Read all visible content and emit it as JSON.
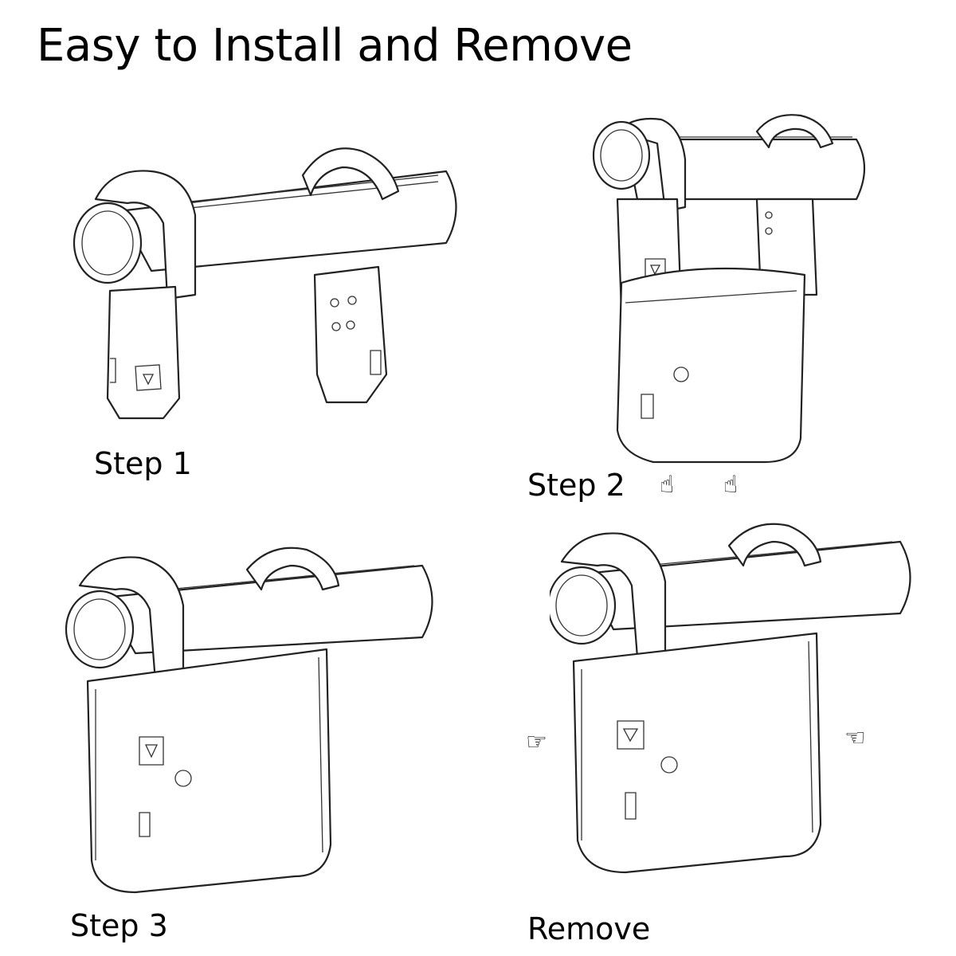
{
  "title": "Easy to Install and Remove",
  "steps": [
    {
      "label": "Step 1"
    },
    {
      "label": "Step 2"
    },
    {
      "label": "Step 3"
    },
    {
      "label": "Remove"
    }
  ],
  "icons": {
    "step2_hands": [
      "pointing-up-hand-icon",
      "pointing-up-hand-icon"
    ],
    "remove_hands": [
      "pointing-right-hand-icon",
      "pointing-left-hand-icon"
    ]
  }
}
